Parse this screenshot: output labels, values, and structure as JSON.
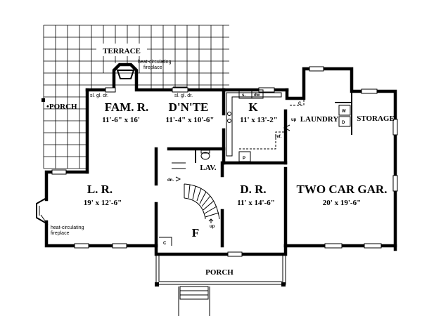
{
  "rooms": {
    "terrace": "TERRACE",
    "porch_left": "•PORCH",
    "fam_r": {
      "name": "FAM. R.",
      "dim": "11'-6\" x 16'"
    },
    "dinette": {
      "name": "D'N'TE",
      "dim": "11'-4\" x 10'-6\""
    },
    "kitchen": {
      "name": "K",
      "dim": "11' x 13'-2\""
    },
    "laundry": "LAUNDRY",
    "storage": "STORAGE",
    "lr": {
      "name": "L. R.",
      "dim": "19' x 12'-6\""
    },
    "dr": {
      "name": "D. R.",
      "dim": "11' x 14'-6\""
    },
    "garage": {
      "name": "TWO CAR GAR.",
      "dim": "20' x 19'-6\""
    },
    "foyer": "F",
    "lav": "LAV.",
    "porch_front": "PORCH"
  },
  "notes": {
    "fireplace_top_1": "heat-circulating",
    "fireplace_top_2": "fireplace",
    "fireplace_left_1": "heat-circulating",
    "fireplace_left_2": "fireplace",
    "slgl_1": "sl. gl. dr.",
    "slgl_2": "sl. gl. dr.",
    "dn": "dn.",
    "up_stair": "up",
    "up_kitchen": "up",
    "ref": "ref.",
    "sink": "s.",
    "dw": "dw",
    "pantry": "P",
    "closet_foyer": "C",
    "closet_laundry": "C",
    "washer": "W",
    "dryer": "D"
  }
}
